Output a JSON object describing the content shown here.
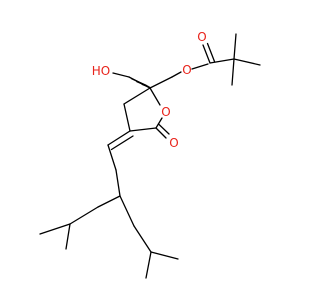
{
  "molecule": {
    "colors": {
      "bond": "#000000",
      "oxygen": "#e8231b"
    },
    "atom_labels": {
      "hydroxyl": "HO",
      "ring_oxygen": "O",
      "carbonyl_oxygen": "O",
      "ester_oxygen": "O",
      "ester_carbonyl_oxygen": "O"
    }
  }
}
